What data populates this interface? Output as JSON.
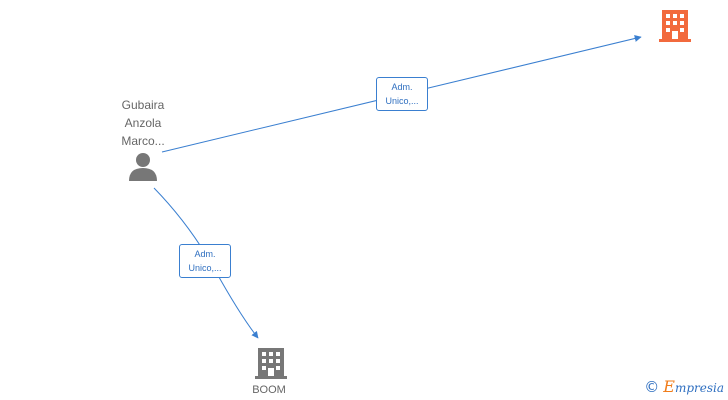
{
  "nodes": {
    "person": {
      "name_lines": [
        "Gubaira",
        "Anzola",
        "Marco..."
      ],
      "icon": "person-icon",
      "color": "#777777"
    },
    "company_top": {
      "icon": "building-icon",
      "color": "#f26a3d"
    },
    "company_boom": {
      "name": "BOOM",
      "icon": "building-icon",
      "color": "#777777"
    }
  },
  "edges": [
    {
      "from": "person",
      "to": "company_top",
      "label_lines": [
        "Adm.",
        "Unico,..."
      ]
    },
    {
      "from": "person",
      "to": "company_boom",
      "label_lines": [
        "Adm.",
        "Unico,..."
      ]
    }
  ],
  "edge_color": "#3a7fd0",
  "watermark": {
    "copyright_symbol": "©",
    "brand_initial": "E",
    "brand_rest": "mpresia"
  }
}
